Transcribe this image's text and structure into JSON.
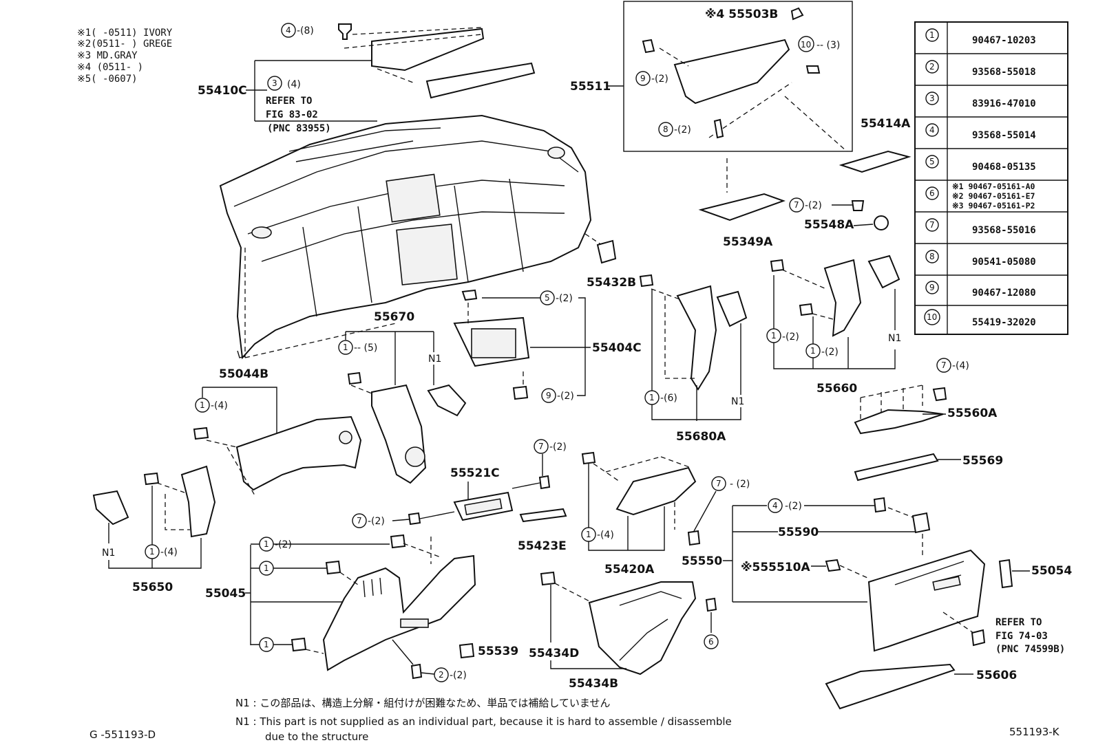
{
  "notes": {
    "n1": "※1(    -0511) IVORY",
    "n2": "※2(0511-    ) GREGE",
    "n3": "※3 MD.GRAY",
    "n4": "※4 (0511-    )",
    "n5": "※5(    -0607)"
  },
  "refs": {
    "r1_line1": "REFER TO",
    "r1_line2": "FIG 83-02",
    "r1_line3": "(PNC 83955)",
    "r2_line1": "REFER TO",
    "r2_line2": "FIG 74-03",
    "r2_line3": "(PNC 74599B)"
  },
  "parts": {
    "p55410C": "55410C",
    "p55511": "55511",
    "p55503B": "※4 55503B",
    "p55414A": "55414A",
    "p55349A": "55349A",
    "p55548A": "55548A",
    "p55432B": "55432B",
    "p55670": "55670",
    "p55404C": "55404C",
    "p55044B": "55044B",
    "p55680A": "55680A",
    "p55660": "55660",
    "p55560A": "55560A",
    "p55569": "55569",
    "p55521C": "55521C",
    "p55423E": "55423E",
    "p55420A": "55420A",
    "p55550": "55550",
    "p55590": "55590",
    "p55510A": "※555510A",
    "p55054": "55054",
    "p55650": "55650",
    "p55045": "55045",
    "p55539": "55539",
    "p55434D": "55434D",
    "p55434B": "55434B",
    "p55606": "55606"
  },
  "callouts": {
    "c4_8": "-(8)",
    "c3_4": "(4)",
    "c9_2a": "-(2)",
    "c8_2": "-(2)",
    "c10_3": "-- (3)",
    "c7_2a": "-(2)",
    "c5_2": "-(2)",
    "c9_2b": "-(2)",
    "c1_5": "-- (5)",
    "c1_4a": "-(4)",
    "c1_6": "-(6)",
    "c1_2a": "-(2)",
    "c1_2b": "-(2)",
    "c7_4": "-(4)",
    "c7_2b": "-(2)",
    "c7_2c": "-(2)",
    "c7_2d": "- (2)",
    "c4_2": "-(2)",
    "c1_4b": "-(4)",
    "c1_4c": "-(4)",
    "c1_2c": "-(2)",
    "c2_2": "-(2)",
    "n1a": "N1",
    "n1b": "N1",
    "n1c": "N1",
    "n1d": "N1"
  },
  "table": {
    "rows": [
      {
        "no": "1",
        "part": "90467-10203"
      },
      {
        "no": "2",
        "part": "93568-55018"
      },
      {
        "no": "3",
        "part": "83916-47010"
      },
      {
        "no": "4",
        "part": "93568-55014"
      },
      {
        "no": "5",
        "part": "90468-05135"
      },
      {
        "no": "6",
        "part_a": "※1 90467-05161-A0",
        "part_b": "※2 90467-05161-E7",
        "part_c": "※3 90467-05161-P2"
      },
      {
        "no": "7",
        "part": "93568-55016"
      },
      {
        "no": "8",
        "part": "90541-05080"
      },
      {
        "no": "9",
        "part": "90467-12080"
      },
      {
        "no": "10",
        "part": "55419-32020"
      }
    ]
  },
  "footer": {
    "jp": "N1 : この部品は、構造上分解・組付けが困難なため、単品では補給していません",
    "en1": "N1 : This part is not supplied as an individual part, because it is hard to assemble / disassemble",
    "en2": "due to the structure",
    "code_left": "G -551193-D",
    "code_right": "551193-K"
  }
}
